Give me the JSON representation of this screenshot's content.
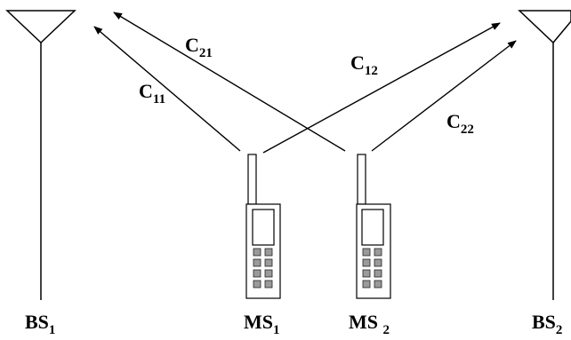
{
  "base_stations": [
    {
      "label": "BS",
      "sub": "1"
    },
    {
      "label": "BS",
      "sub": "2"
    }
  ],
  "mobile_stations": [
    {
      "label": "MS",
      "sub": "1"
    },
    {
      "label": "MS ",
      "sub": "2"
    }
  ],
  "channels": [
    {
      "label": "C",
      "sub": "21"
    },
    {
      "label": "C",
      "sub": "11"
    },
    {
      "label": "C",
      "sub": "12"
    },
    {
      "label": "C",
      "sub": "22"
    }
  ]
}
